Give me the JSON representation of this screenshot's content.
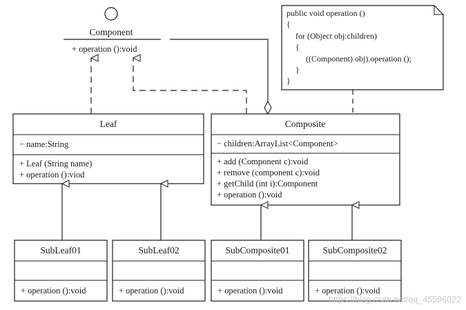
{
  "component": {
    "name": "Component",
    "operations": [
      "+ operation ():void"
    ]
  },
  "leaf": {
    "name": "Leaf",
    "attributes": [
      "− name:String"
    ],
    "operations": [
      "+ Leaf (String name)",
      "+ operation ():viod"
    ]
  },
  "composite": {
    "name": "Composite",
    "attributes": [
      "− children:ArrayList<Component>"
    ],
    "operations": [
      "+ add (Component c):void",
      "+ remove (component c):void",
      "+ getChild (int i):Component",
      "+ operation ():void"
    ]
  },
  "subclasses": [
    {
      "name": "SubLeaf01",
      "operations": [
        "+ operation ():void"
      ]
    },
    {
      "name": "SubLeaf02",
      "operations": [
        "+ operation ():void"
      ]
    },
    {
      "name": "SubComposite01",
      "operations": [
        "+ operation ():void"
      ]
    },
    {
      "name": "SubComposite02",
      "operations": [
        "+ operation ():void"
      ]
    }
  ],
  "note": {
    "lines": [
      "public void operation ()",
      "{",
      "for (Object obj:children)",
      "{",
      "((Component) obj).operation ();",
      "}",
      "}"
    ]
  },
  "watermark": "https://blog.csdn.net/qq_45596022"
}
